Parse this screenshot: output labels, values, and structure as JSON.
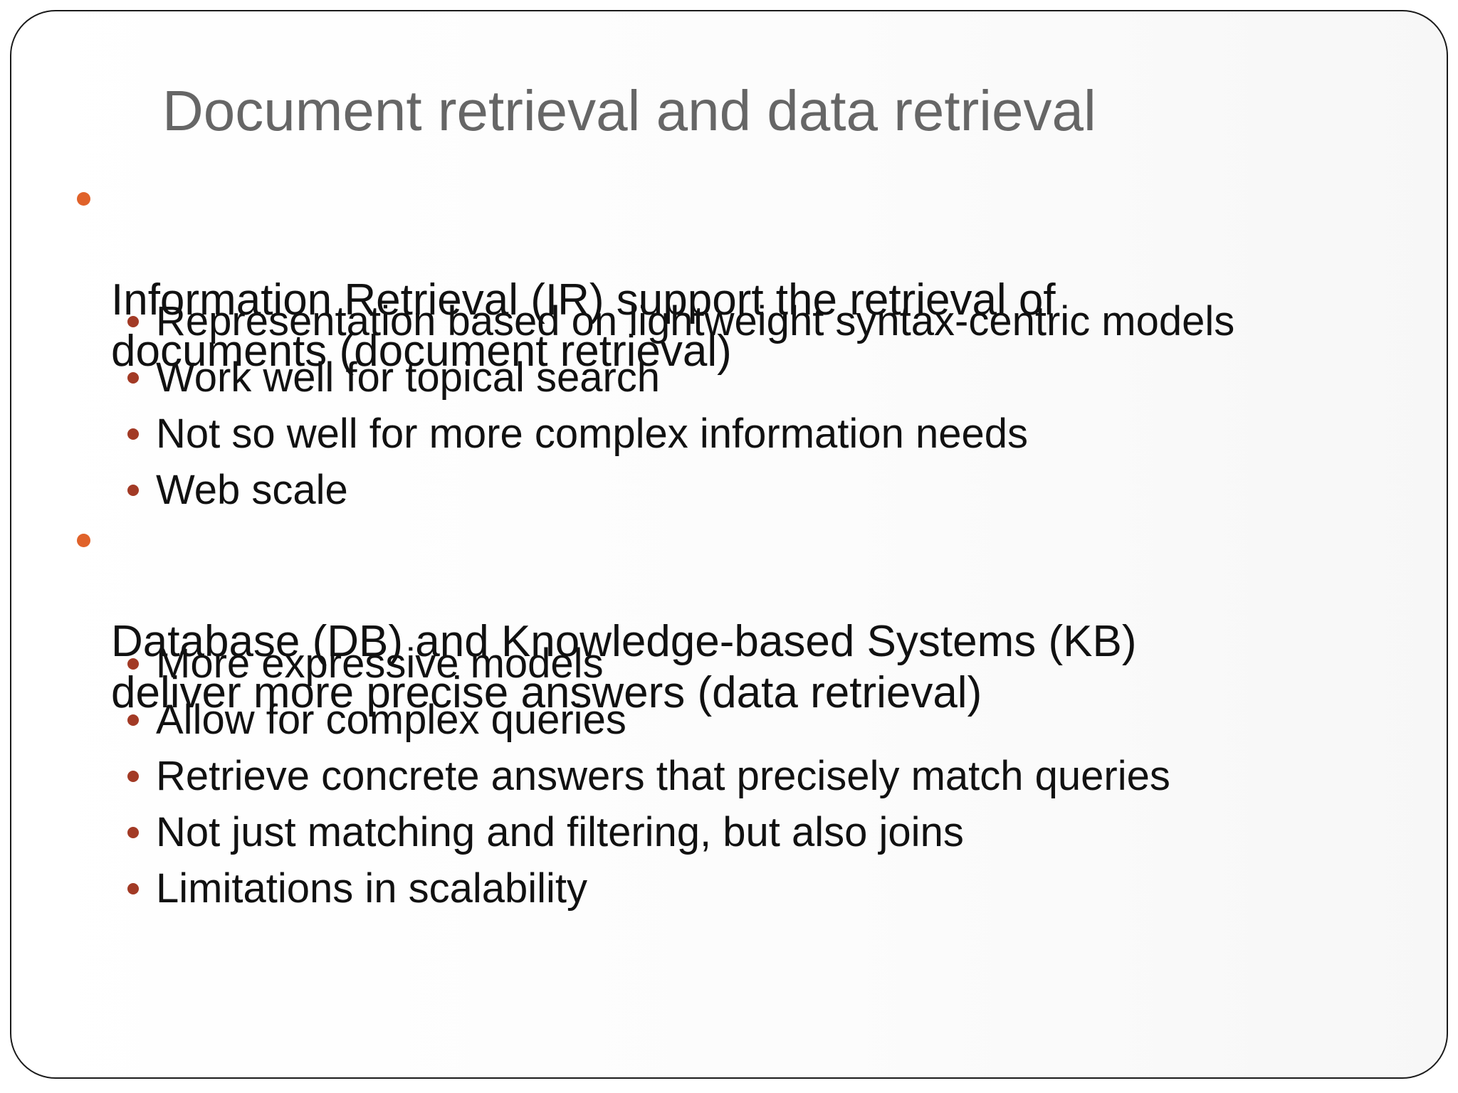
{
  "slide": {
    "title": "Document retrieval and data retrieval",
    "bullets": [
      {
        "text": "Information Retrieval (IR) support the retrieval of\ndocuments (document retrieval)",
        "sub": [
          "Representation based on lightweight syntax-centric models",
          "Work well for topical search",
          "Not so well for more complex information needs",
          "Web scale"
        ]
      },
      {
        "text": "Database (DB)  and Knowledge-based Systems (KB)\ndeliver more precise answers (data retrieval)",
        "sub": [
          "More expressive models",
          "Allow for complex queries",
          "Retrieve concrete answers that precisely match queries",
          "Not just matching and filtering, but also joins",
          "Limitations in scalability"
        ]
      }
    ]
  },
  "colors": {
    "title": "#666666",
    "bullet_level1": "#e0622a",
    "bullet_level2": "#a23a25",
    "frame_border": "#1a1a1a"
  }
}
